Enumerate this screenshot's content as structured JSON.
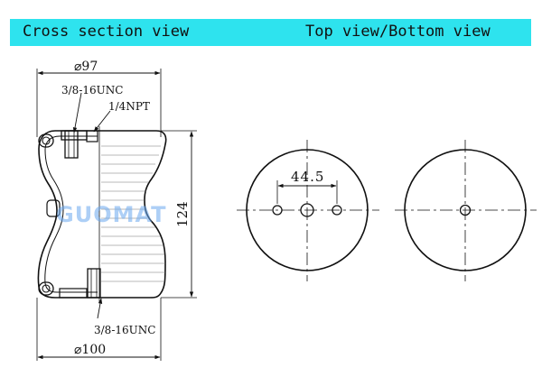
{
  "header": {
    "left_title": "Cross section view",
    "right_title": "Top view/Bottom view",
    "banner_color": "#2ee3ee"
  },
  "cross_section": {
    "top_diameter": "⌀97",
    "bottom_diameter": "⌀100",
    "height": "124",
    "top_thread": "3/8-16UNC",
    "top_port": "1/4NPT",
    "bottom_thread": "3/8-16UNC",
    "watermark": "GUOMAT"
  },
  "top_view": {
    "hole_spacing": "44.5"
  }
}
